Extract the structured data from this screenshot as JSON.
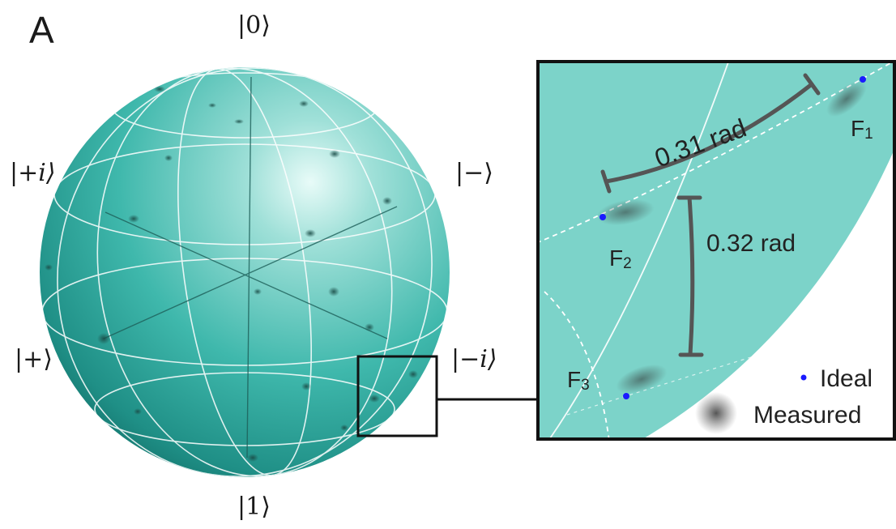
{
  "panel_label": "A",
  "states": {
    "zero": "|0⟩",
    "one": "|1⟩",
    "plus": "|+⟩",
    "minus": "|−⟩",
    "plus_i": "|+i⟩",
    "minus_i": "|−i⟩"
  },
  "inset": {
    "angle_1": "0.31 rad",
    "angle_2": "0.32 rad",
    "f1": "F",
    "f1_sub": "1",
    "f2": "F",
    "f2_sub": "2",
    "f3": "F",
    "f3_sub": "3"
  },
  "legend": {
    "ideal": "Ideal",
    "measured": "Measured",
    "ideal_color": "#1a1aff",
    "measured_color": "#555555"
  },
  "colors": {
    "sphere": "#3bb3a8",
    "inset_bg": "#7fd6cc"
  }
}
